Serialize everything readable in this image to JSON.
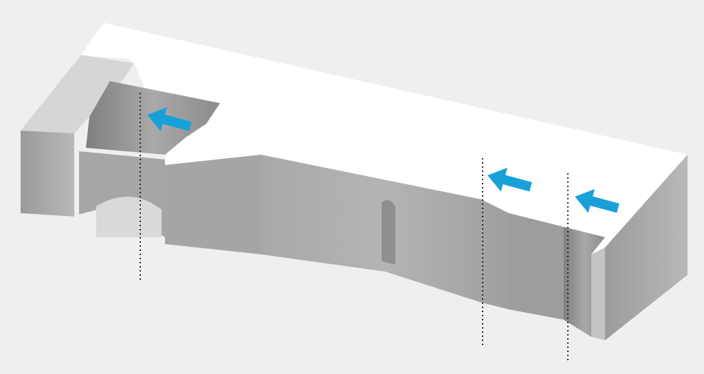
{
  "diagram": {
    "type": "isometric-cutaway",
    "subject": "block-with-channel-cut-sections",
    "colors": {
      "background": "#efefef",
      "top_surface": "#ffffff",
      "wall_light": "#b5b5b5",
      "wall_mid": "#a3a3a3",
      "wall_dark": "#8c8c8c",
      "arrow": "#1aa0d8",
      "section_line": "#222222"
    },
    "arrows": [
      {
        "id": "arrow-1",
        "direction": "upper-left",
        "icon": "flow-arrow-icon"
      },
      {
        "id": "arrow-2",
        "direction": "upper-left",
        "icon": "flow-arrow-icon"
      },
      {
        "id": "arrow-3",
        "direction": "upper-left",
        "icon": "flow-arrow-icon"
      }
    ],
    "section_lines": [
      {
        "id": "section-line-1",
        "style": "dotted"
      },
      {
        "id": "section-line-2",
        "style": "dotted"
      },
      {
        "id": "section-line-3",
        "style": "dotted"
      }
    ]
  }
}
